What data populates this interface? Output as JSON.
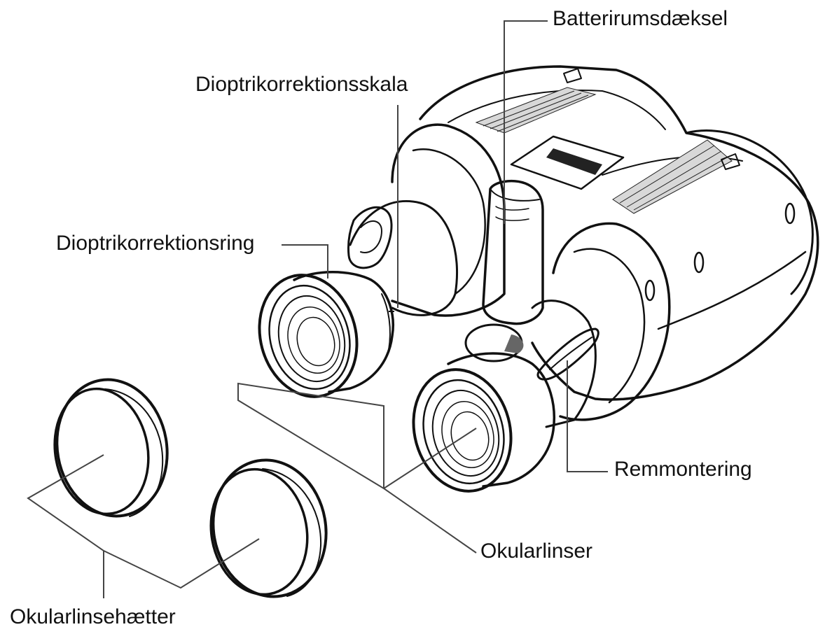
{
  "labels": {
    "battery_cover": "Batterirumsdæksel",
    "diopter_scale": "Dioptrikorrektionsskala",
    "diopter_ring": "Dioptrikorrektionsring",
    "strap_mount": "Remmontering",
    "eyepieces": "Okularlinser",
    "eyepiece_caps": "Okularlinsehætter"
  },
  "colors": {
    "ink": "#111111",
    "background": "#ffffff"
  }
}
